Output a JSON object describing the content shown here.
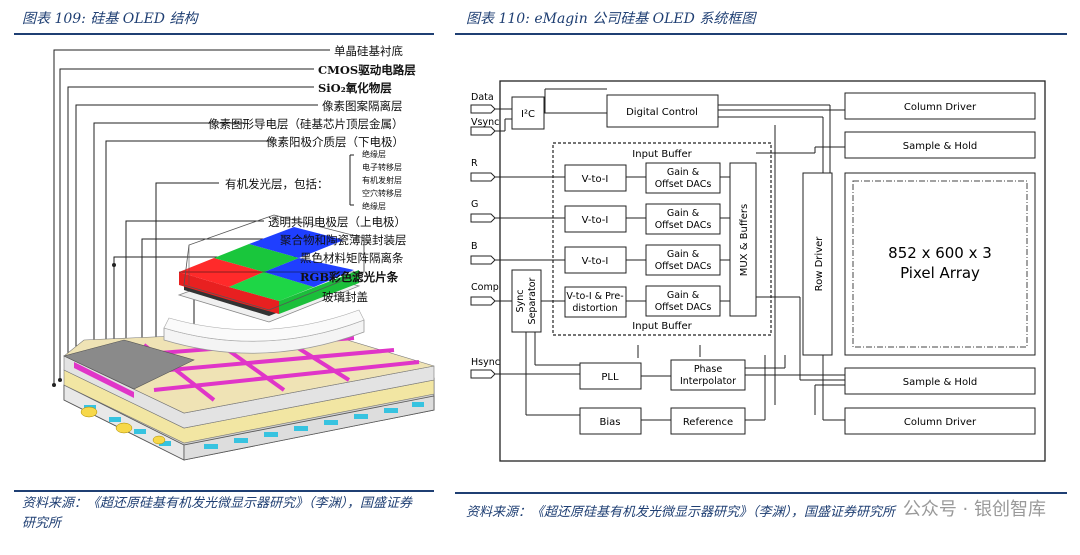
{
  "left_figure": {
    "title": "图表 109:  硅基 OLED 结构",
    "layers": [
      "单晶硅基衬底",
      "CMOS驱动电路层",
      "SiO₂氧化物层",
      "像素图案隔离层",
      "像素图形导电层（硅基芯片顶层金属）",
      "像素阳极介质层（下电极）",
      "有机发光层，包括：",
      "透明共阴电极层（上电极）",
      "聚合物和陶瓷薄膜封装层",
      "黑色材料矩阵隔离条",
      "RGB彩色滤光片条",
      "玻璃封盖"
    ],
    "organic_sublayers": [
      "绝缘层",
      "电子转移层",
      "有机发射层",
      "空穴转移层",
      "绝缘层"
    ],
    "source": "资料来源：《超还原硅基有机发光微显示器研究》（李渊），国盛证券研究所"
  },
  "right_figure": {
    "title": "图表 110:  eMagin 公司硅基 OLED 系统框图",
    "inputs": [
      "Data",
      "Vsync",
      "R",
      "G",
      "B",
      "Comp",
      "Hsync"
    ],
    "blocks": {
      "i2c": "I²C",
      "digital_control": "Digital Control",
      "input_buffer_top": "Input Buffer",
      "input_buffer_bottom": "Input Buffer",
      "v_to_i": "V-to-I",
      "v_to_i_pre_1": "V-to-I & Pre-",
      "v_to_i_pre_2": "distortion",
      "gain_1": "Gain &",
      "gain_2": "Offset DACs",
      "mux": "MUX & Buffers",
      "sync_separator_1": "Sync",
      "sync_separator_2": "Separator",
      "pll": "PLL",
      "phase_1": "Phase",
      "phase_2": "Interpolator",
      "bias": "Bias",
      "reference": "Reference",
      "column_driver_top": "Column Driver",
      "sample_hold_top": "Sample & Hold",
      "row_driver": "Row Driver",
      "pixel_array_1": "852 x 600 x 3",
      "pixel_array_2": "Pixel Array",
      "sample_hold_bottom": "Sample & Hold",
      "column_driver_bottom": "Column Driver"
    },
    "source": "资料来源：《超还原硅基有机发光微显示器研究》（李渊），国盛证券研究所"
  },
  "watermark": "公众号 · 银创智库"
}
